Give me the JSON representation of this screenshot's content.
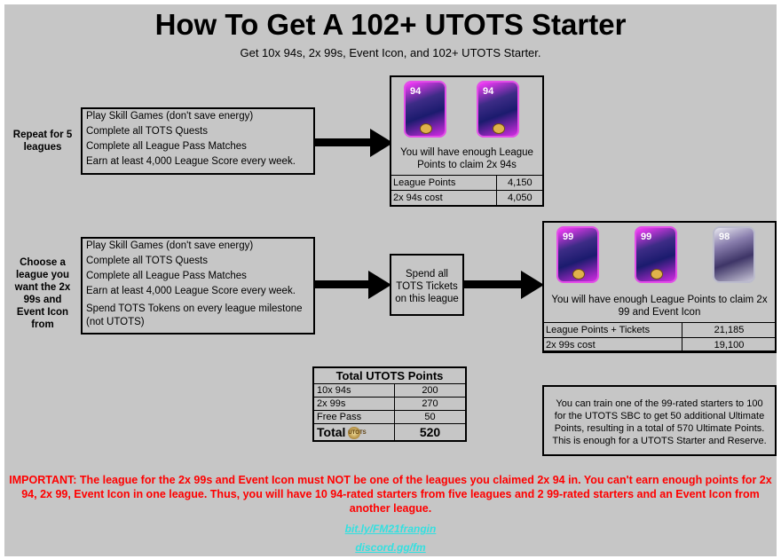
{
  "header": {
    "title": "How To Get A 102+ UTOTS Starter",
    "subtitle": "Get 10x 94s, 2x 99s, Event Icon, and 102+ UTOTS Starter."
  },
  "row1": {
    "label": "Repeat for 5 leagues",
    "steps": [
      "Play Skill Games (don't save energy)",
      "Complete all TOTS Quests",
      "Complete all League Pass Matches",
      "Earn at least 4,000 League Score every week."
    ],
    "cards": [
      "94",
      "94"
    ],
    "result_note": "You will have enough League Points to claim 2x 94s",
    "table": [
      {
        "label": "League Points",
        "value": "4,150"
      },
      {
        "label": "2x 94s cost",
        "value": "4,050"
      }
    ]
  },
  "row2": {
    "label": "Choose a league you want the 2x 99s and Event Icon from",
    "steps": [
      "Play Skill Games (don't save energy)",
      "Complete all TOTS Quests",
      "Complete all League Pass Matches",
      "Earn at least 4,000 League Score every week.",
      "Spend TOTS Tokens on every league milestone (not UTOTS)"
    ],
    "middle_note": "Spend all TOTS Tickets on this league",
    "cards": [
      "99",
      "99",
      "98"
    ],
    "result_note": "You will have enough League Points to claim 2x 99 and Event Icon",
    "table": [
      {
        "label": "League Points + Tickets",
        "value": "21,185"
      },
      {
        "label": "2x 99s cost",
        "value": "19,100"
      }
    ]
  },
  "totals": {
    "header": "Total UTOTS Points",
    "rows": [
      {
        "label": "10x 94s",
        "value": "200"
      },
      {
        "label": "2x 99s",
        "value": "270"
      },
      {
        "label": "Free Pass",
        "value": "50"
      }
    ],
    "total_label": "Total",
    "coin_text": "UTOTS",
    "total_value": "520"
  },
  "side_note": "You can train one of the 99-rated starters to 100 for the UTOTS SBC to get 50 additional Ultimate Points, resulting in a total of 570 Ultimate Points. This is enough for a UTOTS Starter and Reserve.",
  "important": "IMPORTANT: The league for the 2x 99s and Event Icon must NOT be one of the leagues you claimed 2x 94 in. You can't earn enough points for 2x 94, 2x 99, Event Icon in one league. Thus, you will have 10 94-rated starters from five leagues and 2 99-rated starters and an Event Icon from another league.",
  "links": [
    "bit.ly/FM21frangin",
    "discord.gg/fm"
  ],
  "colors": {
    "background": "#c6c6c6",
    "important": "#ff0000",
    "link": "#33e0e0",
    "card_glow": "#e34de8"
  }
}
